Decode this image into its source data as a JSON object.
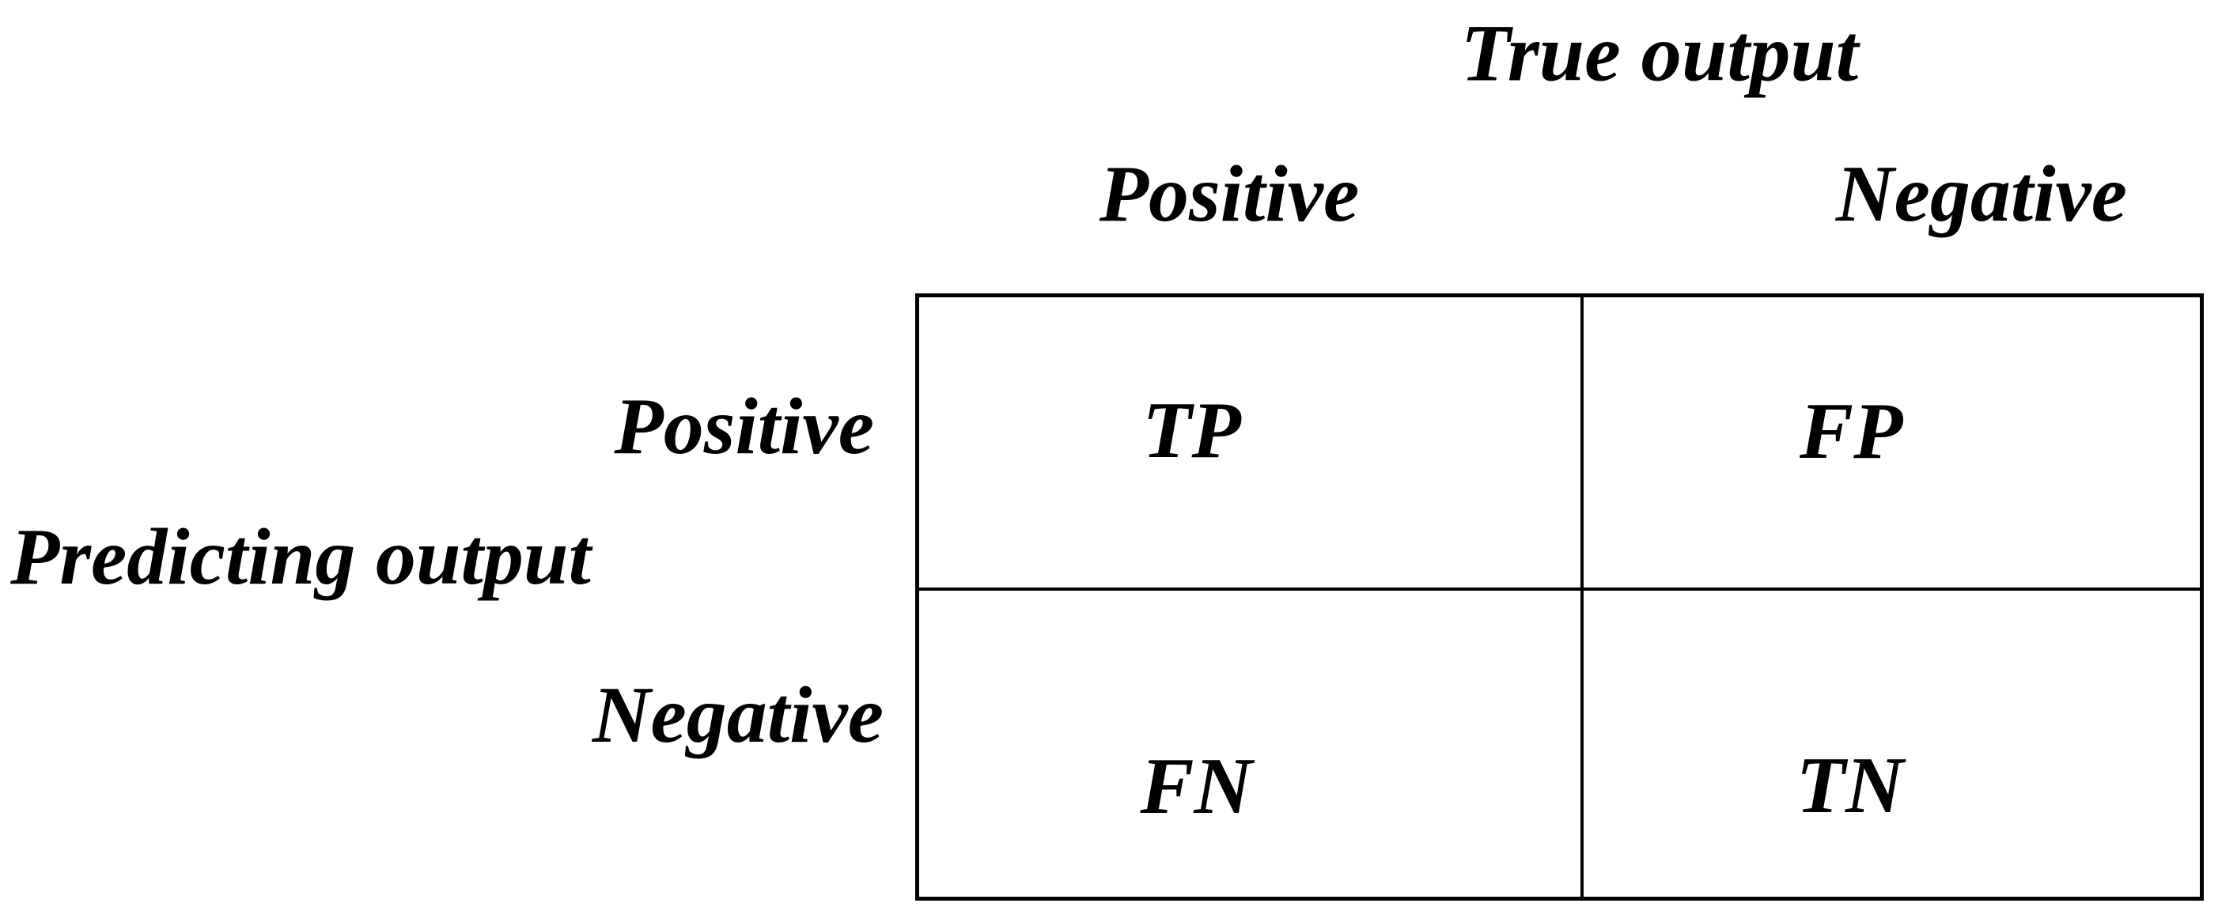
{
  "figure": {
    "column_axis_title": "True output",
    "row_axis_title": "Predicting output",
    "column_headers": [
      "Positive",
      "Negative"
    ],
    "row_headers": [
      "Positive",
      "Negative"
    ],
    "cells": [
      {
        "id": "tp",
        "label": "TP"
      },
      {
        "id": "fp",
        "label": "FP"
      },
      {
        "id": "fn",
        "label": "FN"
      },
      {
        "id": "tn",
        "label": "TN"
      }
    ],
    "colors": {
      "text": "#000000",
      "background": "#ffffff",
      "border": "#000000"
    }
  }
}
